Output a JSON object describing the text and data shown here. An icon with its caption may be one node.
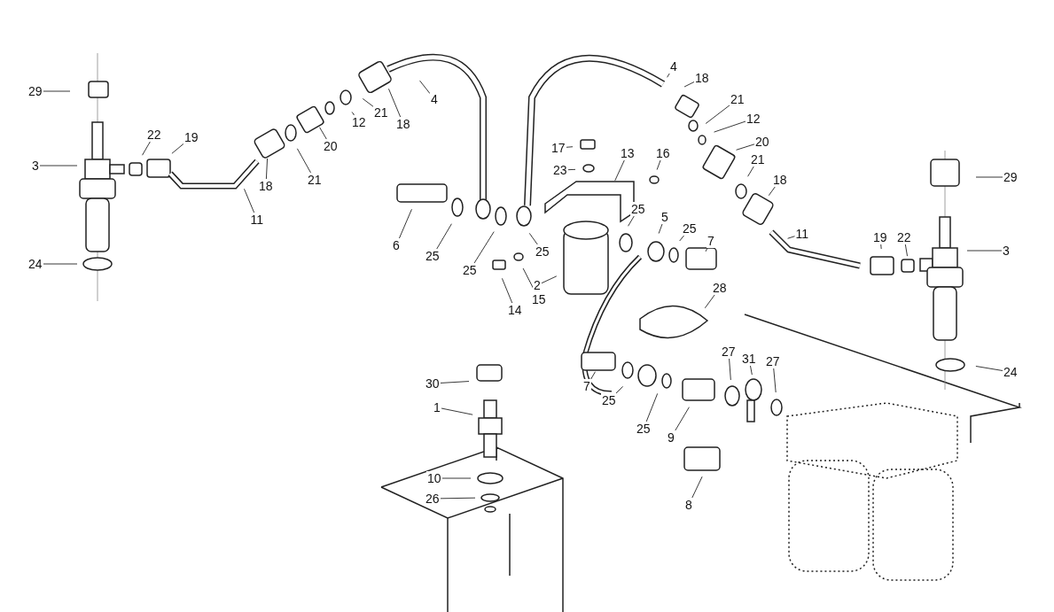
{
  "diagram": {
    "nodes": [
      {
        "text": [
          "29"
        ]
      },
      {
        "text": [
          "4"
        ]
      },
      {
        "text": [
          "4"
        ]
      },
      {
        "text": [
          "18"
        ]
      },
      {
        "text": [
          "21"
        ]
      },
      {
        "text": [
          "12"
        ]
      },
      {
        "text": [
          "18"
        ]
      },
      {
        "text": [
          "21"
        ]
      },
      {
        "text": [
          "12"
        ]
      },
      {
        "text": [
          "22"
        ]
      },
      {
        "text": [
          "19"
        ]
      },
      {
        "text": [
          "20"
        ]
      },
      {
        "text": [
          "20"
        ]
      },
      {
        "text": [
          "17"
        ]
      },
      {
        "text": [
          "13"
        ]
      },
      {
        "text": [
          "16"
        ]
      },
      {
        "text": [
          "3"
        ]
      },
      {
        "text": [
          "23"
        ]
      },
      {
        "text": [
          "21"
        ]
      },
      {
        "text": [
          "21"
        ]
      },
      {
        "text": [
          "18"
        ]
      },
      {
        "text": [
          "18"
        ]
      },
      {
        "text": [
          "29"
        ]
      },
      {
        "text": [
          "11"
        ]
      },
      {
        "text": [
          "6"
        ]
      },
      {
        "text": [
          "25"
        ]
      },
      {
        "text": [
          "25"
        ]
      },
      {
        "text": [
          "25"
        ]
      },
      {
        "text": [
          "5"
        ]
      },
      {
        "text": [
          "25"
        ]
      },
      {
        "text": [
          "7"
        ]
      },
      {
        "text": [
          "25"
        ]
      },
      {
        "text": [
          "2"
        ]
      },
      {
        "text": [
          "11"
        ]
      },
      {
        "text": [
          "19"
        ]
      },
      {
        "text": [
          "22"
        ]
      },
      {
        "text": [
          "3"
        ]
      },
      {
        "text": [
          "24"
        ]
      },
      {
        "text": [
          "14"
        ]
      },
      {
        "text": [
          "15"
        ]
      },
      {
        "text": [
          "28"
        ]
      },
      {
        "text": [
          "27"
        ]
      },
      {
        "text": [
          "31"
        ]
      },
      {
        "text": [
          "27"
        ]
      },
      {
        "text": [
          "24"
        ]
      },
      {
        "text": [
          "30"
        ]
      },
      {
        "text": [
          "7"
        ]
      },
      {
        "text": [
          "25"
        ]
      },
      {
        "text": [
          "1"
        ]
      },
      {
        "text": [
          "25"
        ]
      },
      {
        "text": [
          "9"
        ]
      },
      {
        "text": [
          "10"
        ]
      },
      {
        "text": [
          "26"
        ]
      },
      {
        "text": [
          "8"
        ]
      }
    ],
    "edges": [
      {
        "from": 0,
        "to": null,
        "arrow": "none"
      },
      {
        "from": 1,
        "to": null,
        "arrow": "none"
      },
      {
        "from": 2,
        "to": null,
        "arrow": "none"
      },
      {
        "from": 3,
        "to": null,
        "arrow": "none"
      },
      {
        "from": 4,
        "to": null,
        "arrow": "none"
      },
      {
        "from": 5,
        "to": null,
        "arrow": "none"
      },
      {
        "from": 6,
        "to": null,
        "arrow": "none"
      },
      {
        "from": 7,
        "to": null,
        "arrow": "none"
      },
      {
        "from": 8,
        "to": null,
        "arrow": "none"
      },
      {
        "from": 9,
        "to": null,
        "arrow": "none"
      },
      {
        "from": 10,
        "to": null,
        "arrow": "none"
      },
      {
        "from": 11,
        "to": null,
        "arrow": "none"
      },
      {
        "from": 12,
        "to": null,
        "arrow": "none"
      },
      {
        "from": 13,
        "to": null,
        "arrow": "none"
      },
      {
        "from": 14,
        "to": null,
        "arrow": "none"
      },
      {
        "from": 15,
        "to": null,
        "arrow": "none"
      },
      {
        "from": 16,
        "to": null,
        "arrow": "none"
      },
      {
        "from": 17,
        "to": null,
        "arrow": "none"
      },
      {
        "from": 18,
        "to": null,
        "arrow": "none"
      },
      {
        "from": 19,
        "to": null,
        "arrow": "none"
      },
      {
        "from": 20,
        "to": null,
        "arrow": "none"
      },
      {
        "from": 21,
        "to": null,
        "arrow": "none"
      },
      {
        "from": 22,
        "to": null,
        "arrow": "none"
      },
      {
        "from": 23,
        "to": null,
        "arrow": "none"
      },
      {
        "from": 24,
        "to": null,
        "arrow": "none"
      },
      {
        "from": 25,
        "to": null,
        "arrow": "none"
      },
      {
        "from": 26,
        "to": null,
        "arrow": "none"
      },
      {
        "from": 27,
        "to": null,
        "arrow": "none"
      },
      {
        "from": 28,
        "to": null,
        "arrow": "none"
      },
      {
        "from": 29,
        "to": null,
        "arrow": "none"
      },
      {
        "from": 30,
        "to": null,
        "arrow": "none"
      },
      {
        "from": 31,
        "to": null,
        "arrow": "none"
      },
      {
        "from": 32,
        "to": null,
        "arrow": "none"
      },
      {
        "from": 33,
        "to": null,
        "arrow": "none"
      },
      {
        "from": 34,
        "to": null,
        "arrow": "none"
      },
      {
        "from": 35,
        "to": null,
        "arrow": "none"
      },
      {
        "from": 36,
        "to": null,
        "arrow": "none"
      },
      {
        "from": 37,
        "to": null,
        "arrow": "none"
      },
      {
        "from": 38,
        "to": null,
        "arrow": "none"
      },
      {
        "from": 39,
        "to": null,
        "arrow": "none"
      },
      {
        "from": 40,
        "to": null,
        "arrow": "none"
      },
      {
        "from": 41,
        "to": null,
        "arrow": "none"
      },
      {
        "from": 42,
        "to": null,
        "arrow": "none"
      },
      {
        "from": 43,
        "to": null,
        "arrow": "none"
      },
      {
        "from": 44,
        "to": null,
        "arrow": "none"
      },
      {
        "from": 45,
        "to": null,
        "arrow": "none"
      },
      {
        "from": 46,
        "to": null,
        "arrow": "none"
      },
      {
        "from": 47,
        "to": null,
        "arrow": "none"
      },
      {
        "from": 48,
        "to": null,
        "arrow": "none"
      },
      {
        "from": 49,
        "to": null,
        "arrow": "none"
      },
      {
        "from": 50,
        "to": null,
        "arrow": "none"
      },
      {
        "from": 51,
        "to": null,
        "arrow": "none"
      },
      {
        "from": 52,
        "to": null,
        "arrow": "none"
      },
      {
        "from": 53,
        "to": null,
        "arrow": "none"
      }
    ]
  }
}
